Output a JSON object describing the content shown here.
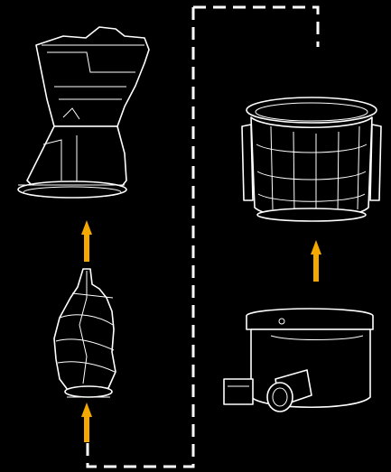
{
  "diagram": {
    "background": "#000000",
    "line_color": "#ffffff",
    "arrow_color": "#f5a800",
    "components": [
      {
        "name": "juicer-bowl",
        "icon": "juicer-bowl-icon"
      },
      {
        "name": "auger",
        "icon": "auger-icon"
      },
      {
        "name": "strainer-basket",
        "icon": "strainer-basket-icon"
      },
      {
        "name": "juicing-chamber",
        "icon": "juicing-chamber-icon"
      }
    ],
    "arrows": [
      {
        "name": "arrow-up",
        "direction": "up"
      },
      {
        "name": "arrow-up",
        "direction": "up"
      },
      {
        "name": "arrow-up",
        "direction": "up"
      }
    ]
  }
}
